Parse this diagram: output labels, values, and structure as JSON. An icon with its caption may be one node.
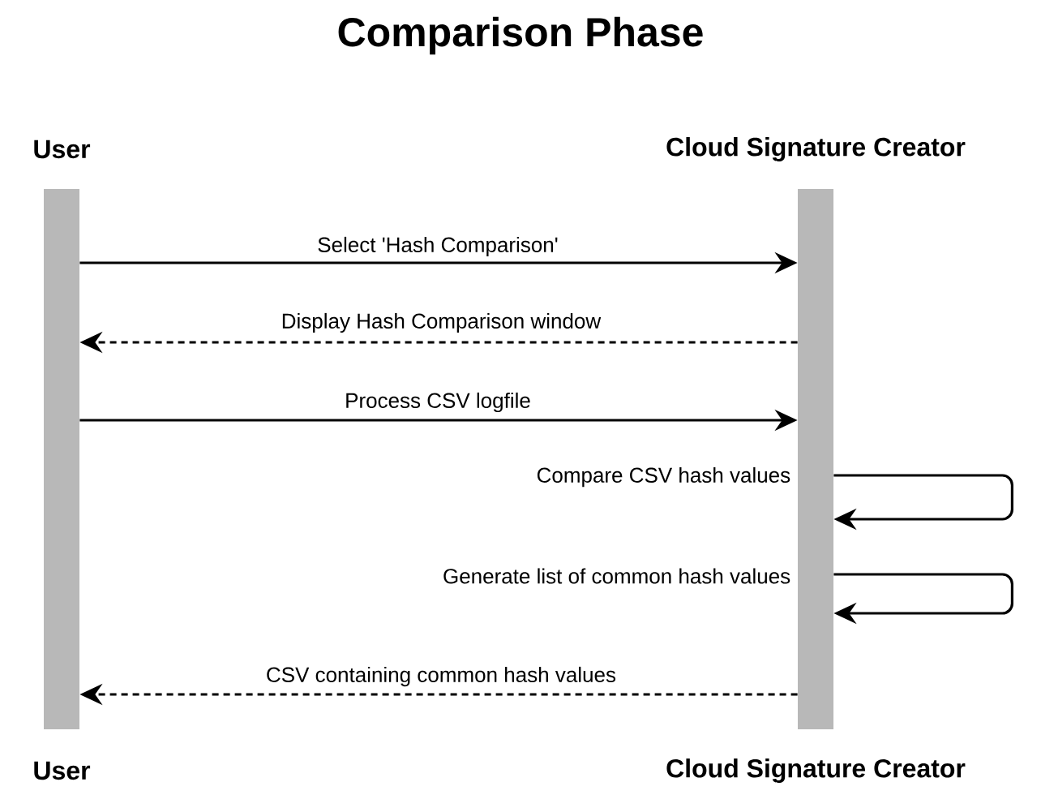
{
  "diagram": {
    "title": "Comparison Phase",
    "nodes": [
      {
        "text": [
          "User"
        ]
      },
      {
        "text": [
          "Cloud Signature Creator"
        ]
      },
      {
        "text": [],
        "shape": "bar"
      },
      {
        "text": [],
        "shape": "bar"
      },
      {
        "text": [
          "User"
        ]
      },
      {
        "text": [
          "Cloud Signature Creator"
        ]
      }
    ],
    "edges": [
      {
        "from": 2,
        "to": 3,
        "arrow": "to",
        "label": "Select 'Hash Comparison'"
      },
      {
        "from": 3,
        "to": 2,
        "arrow": "to",
        "style": "dashed",
        "label": "Display Hash Comparison window"
      },
      {
        "from": 2,
        "to": 3,
        "arrow": "to",
        "label": "Process CSV logfile"
      },
      {
        "from": 3,
        "to": 3,
        "arrow": "to",
        "label": "Compare CSV hash values"
      },
      {
        "from": 3,
        "to": 3,
        "arrow": "to",
        "label": "Generate list of common hash values"
      },
      {
        "from": 3,
        "to": 2,
        "arrow": "to",
        "style": "dashed",
        "label": "CSV containing common hash values"
      }
    ]
  }
}
